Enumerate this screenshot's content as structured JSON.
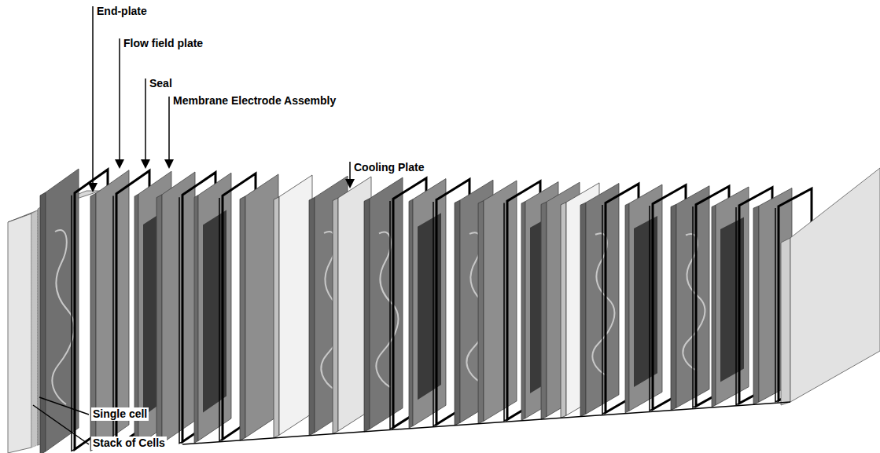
{
  "diagram": {
    "labels": [
      "End-plate",
      "Flow field plate",
      "Seal",
      "Membrane Electrode Assembly",
      "Cooling Plate",
      "Single cell",
      "Stack of Cells"
    ]
  }
}
